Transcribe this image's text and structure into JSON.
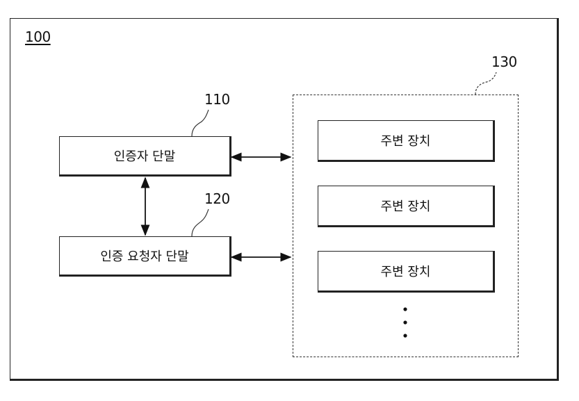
{
  "diagram": {
    "system_ref": "100",
    "peripheral_group_ref": "130",
    "authenticator": {
      "ref": "110",
      "label": "인증자 단말"
    },
    "requester": {
      "ref": "120",
      "label": "인증 요청자 단말"
    },
    "peripherals": [
      "주변 장치",
      "주변 장치",
      "주변 장치"
    ]
  }
}
